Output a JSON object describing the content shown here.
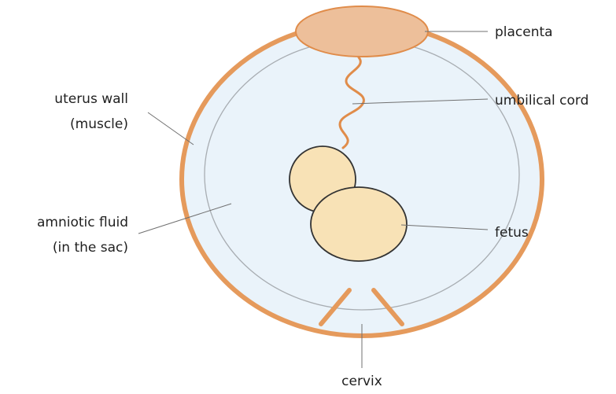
{
  "labels": {
    "placenta": "placenta",
    "umbilical_cord": "umbilical cord",
    "fetus": "fetus",
    "uterus_wall_line1": "uterus wall",
    "uterus_wall_line2": "(muscle)",
    "amniotic_fluid_line1": "amniotic fluid",
    "amniotic_fluid_line2": "(in the sac)",
    "cervix": "cervix"
  },
  "colors": {
    "uterus_wall": "#E59A5C",
    "fluid": "#EAF3FA",
    "sac_outline": "#A8ADB2",
    "placenta_fill": "#EDBF9A",
    "placenta_stroke": "#E08C4A",
    "cord": "#E08C4A",
    "fetus_fill": "#F8E2B6",
    "fetus_stroke": "#333333",
    "leader_lines": "#707070",
    "text": "#1F1F1F"
  }
}
